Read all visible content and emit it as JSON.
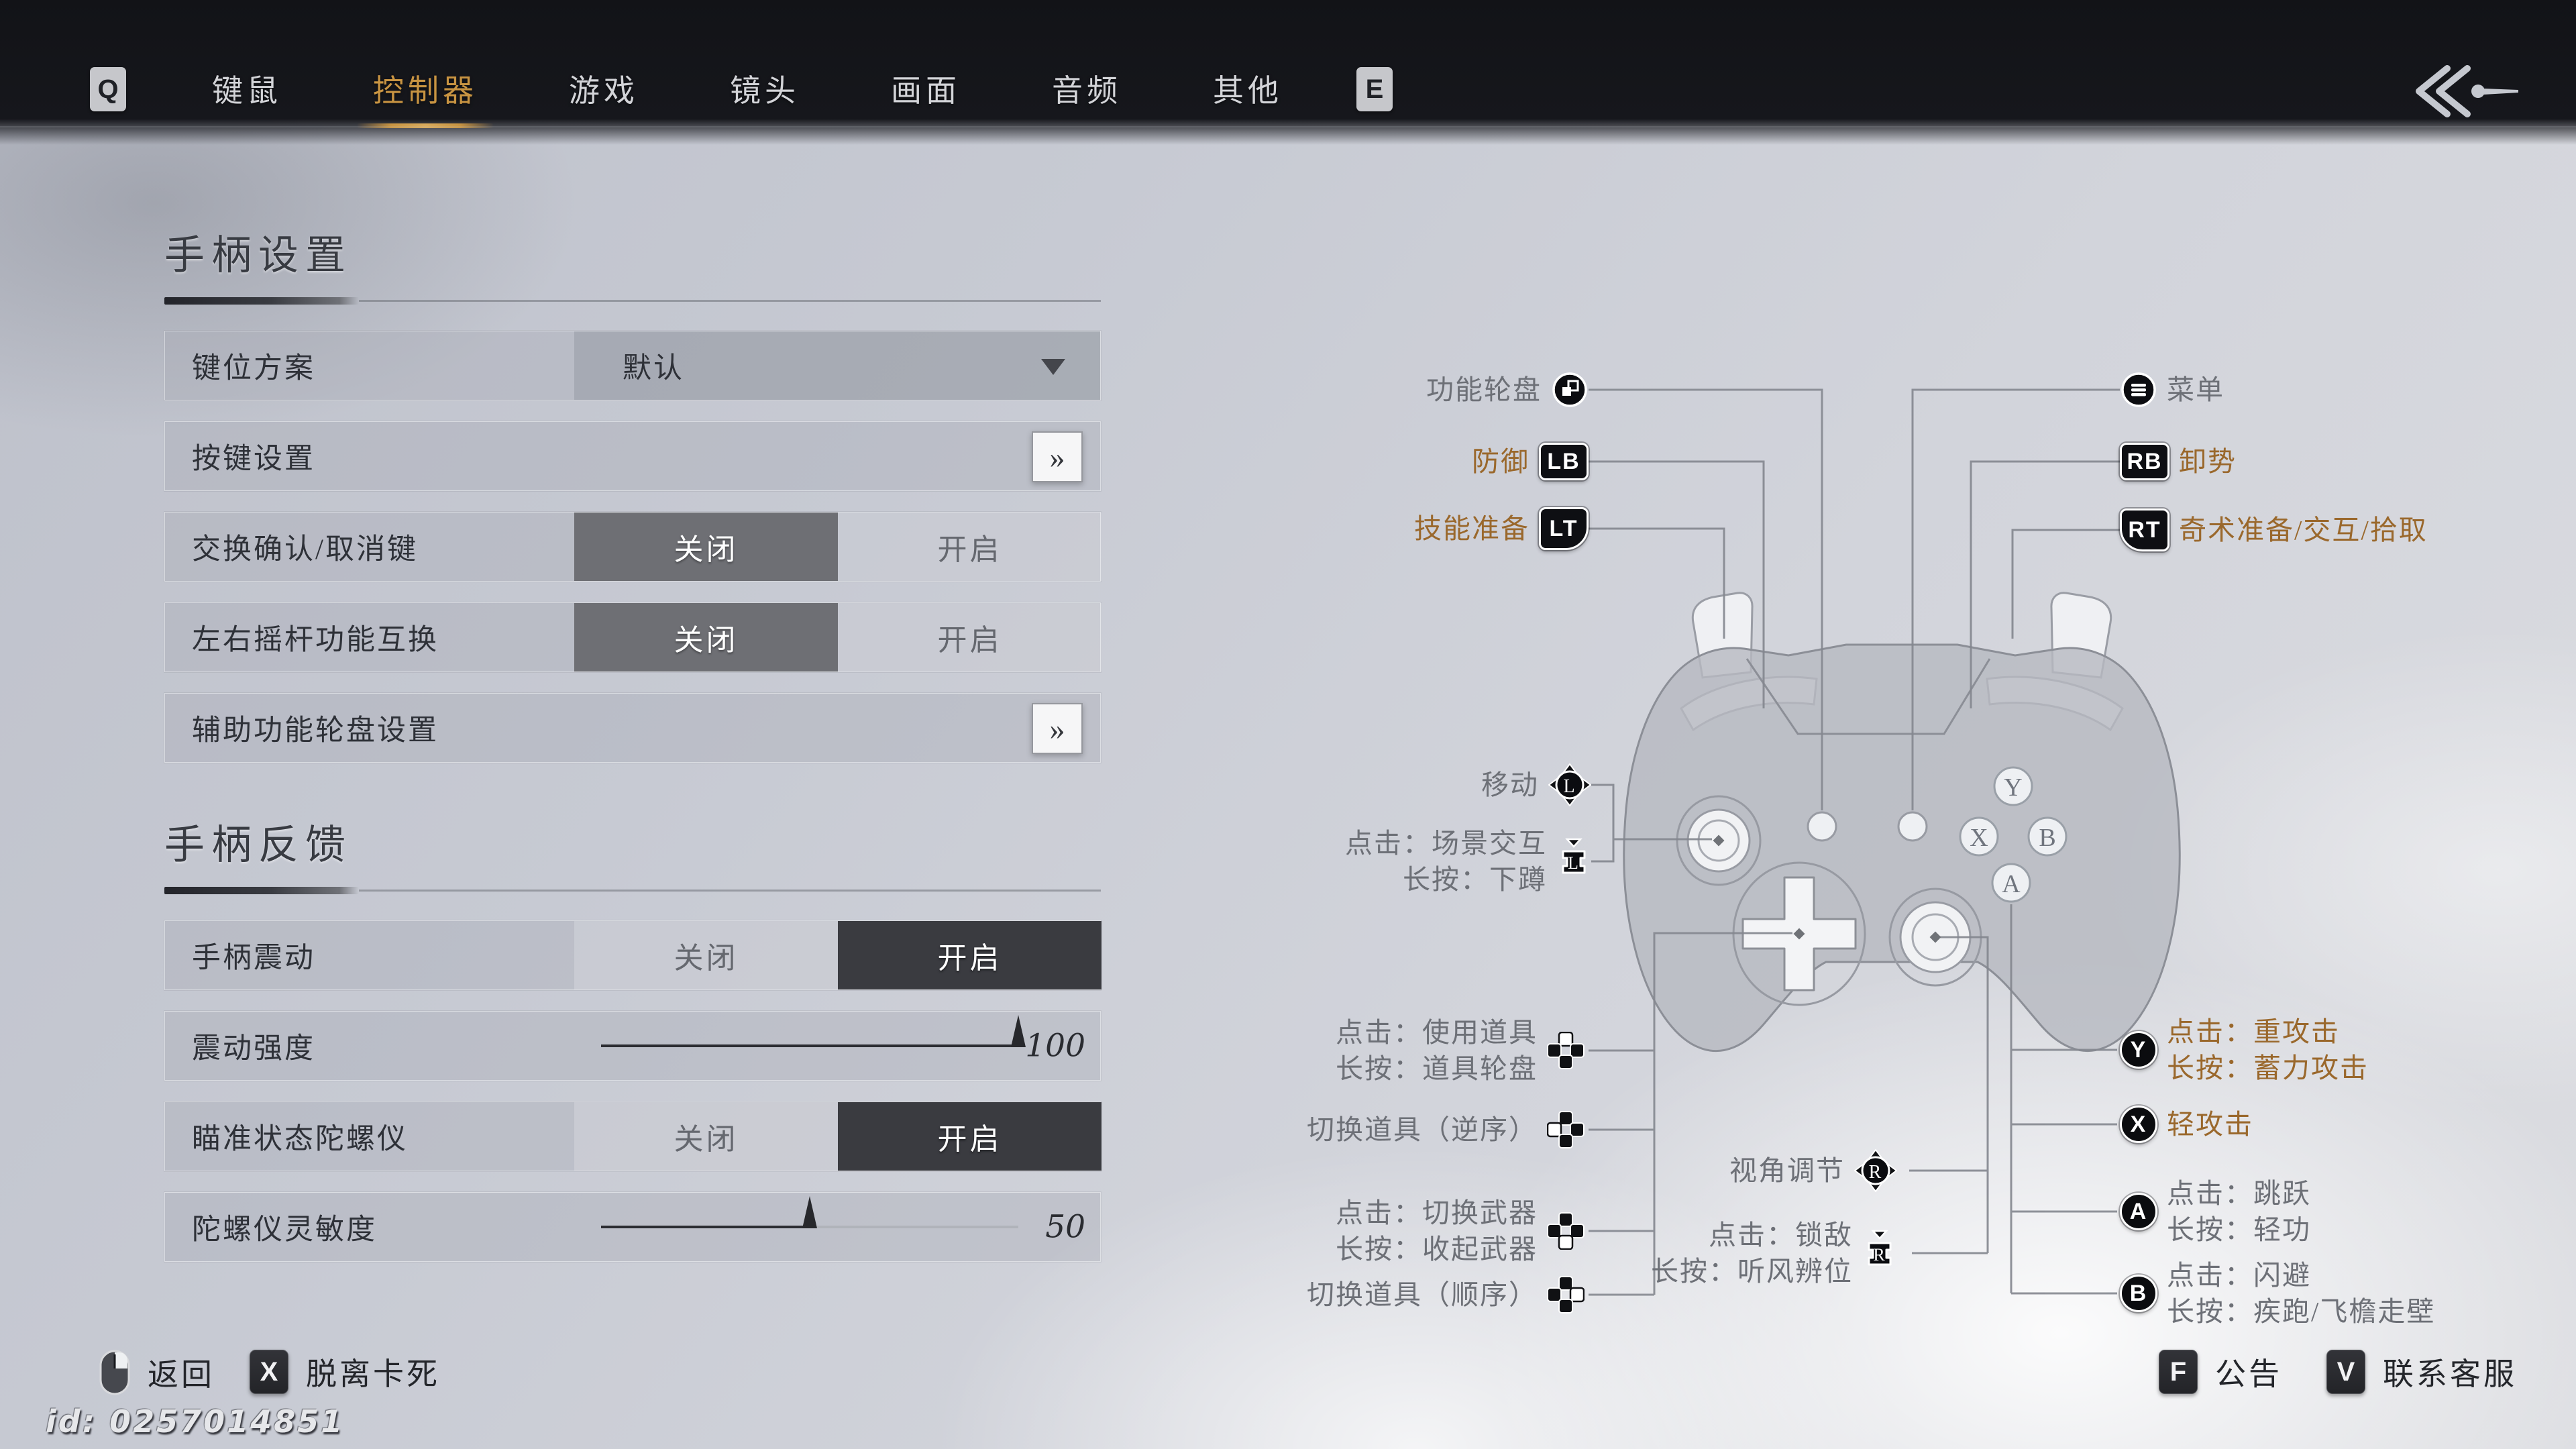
{
  "header": {
    "left_key": "Q",
    "right_key": "E",
    "tabs": [
      {
        "label": "键鼠",
        "active": false
      },
      {
        "label": "控制器",
        "active": true
      },
      {
        "label": "游戏",
        "active": false
      },
      {
        "label": "镜头",
        "active": false
      },
      {
        "label": "画面",
        "active": false
      },
      {
        "label": "音频",
        "active": false
      },
      {
        "label": "其他",
        "active": false
      }
    ]
  },
  "panel": {
    "section1_title": "手柄设置",
    "rows": [
      {
        "label": "键位方案",
        "value": "默认"
      },
      {
        "label": "按键设置",
        "button": "»"
      },
      {
        "label": "交换确认/取消键",
        "off": "关闭",
        "on": "开启",
        "selected": "off"
      },
      {
        "label": "左右摇杆功能互换",
        "off": "关闭",
        "on": "开启",
        "selected": "off"
      },
      {
        "label": "辅助功能轮盘设置",
        "button": "»"
      }
    ],
    "section2_title": "手柄反馈",
    "rows2": [
      {
        "label": "手柄震动",
        "off": "关闭",
        "on": "开启",
        "selected": "on"
      },
      {
        "label": "震动强度",
        "value": "100",
        "percent": 100
      },
      {
        "label": "瞄准状态陀螺仪",
        "off": "关闭",
        "on": "开启",
        "selected": "on"
      },
      {
        "label": "陀螺仪灵敏度",
        "value": "50",
        "percent": 50
      }
    ]
  },
  "diagram": {
    "badges": {
      "lb": "LB",
      "lt": "LT",
      "rb": "RB",
      "rt": "RT",
      "l": "L",
      "r": "R",
      "l3": "L",
      "r3": "R",
      "y": "Y",
      "x": "X",
      "a": "A",
      "b": "B"
    },
    "face": {
      "y": "Y",
      "x": "X",
      "a": "A",
      "b": "B"
    },
    "labels": {
      "wheel": {
        "text": "功能轮盘"
      },
      "guard": {
        "text": "防御"
      },
      "skill": {
        "text": "技能准备"
      },
      "menu": {
        "text": "菜单"
      },
      "parry": {
        "text": "卸势"
      },
      "arts": {
        "text": "奇术准备/交互/拾取"
      },
      "move": {
        "text": "移动"
      },
      "l3": {
        "line1": "点击：场景交互",
        "line2": "长按：下蹲"
      },
      "dpad_up": {
        "line1": "点击：使用道具",
        "line2": "长按：道具轮盘"
      },
      "dpad_left": {
        "text": "切换道具（逆序）"
      },
      "dpad_down": {
        "line1": "点击：切换武器",
        "line2": "长按：收起武器"
      },
      "dpad_right": {
        "text": "切换道具（顺序）"
      },
      "camera": {
        "text": "视角调节"
      },
      "r3": {
        "line1": "点击：锁敌",
        "line2": "长按：听风辨位"
      },
      "y": {
        "line1": "点击：重攻击",
        "line2": "长按：蓄力攻击"
      },
      "x": {
        "text": "轻攻击"
      },
      "a": {
        "line1": "点击：跳跃",
        "line2": "长按：轻功"
      },
      "b": {
        "line1": "点击：闪避",
        "line2": "长按：疾跑/飞檐走壁"
      }
    }
  },
  "footer": {
    "back_label": "返回",
    "unstuck_key": "X",
    "unstuck_label": "脱离卡死",
    "notice_key": "F",
    "notice_label": "公告",
    "support_key": "V",
    "support_label": "联系客服",
    "player_id": "id: 0257014851"
  },
  "colors": {
    "accent_gold": "#c89442",
    "label_brown": "#9a682c",
    "label_gray": "#6d7077",
    "toggle_on_bg": "#3a3b40",
    "toggle_mid_bg": "#6e6f74"
  }
}
